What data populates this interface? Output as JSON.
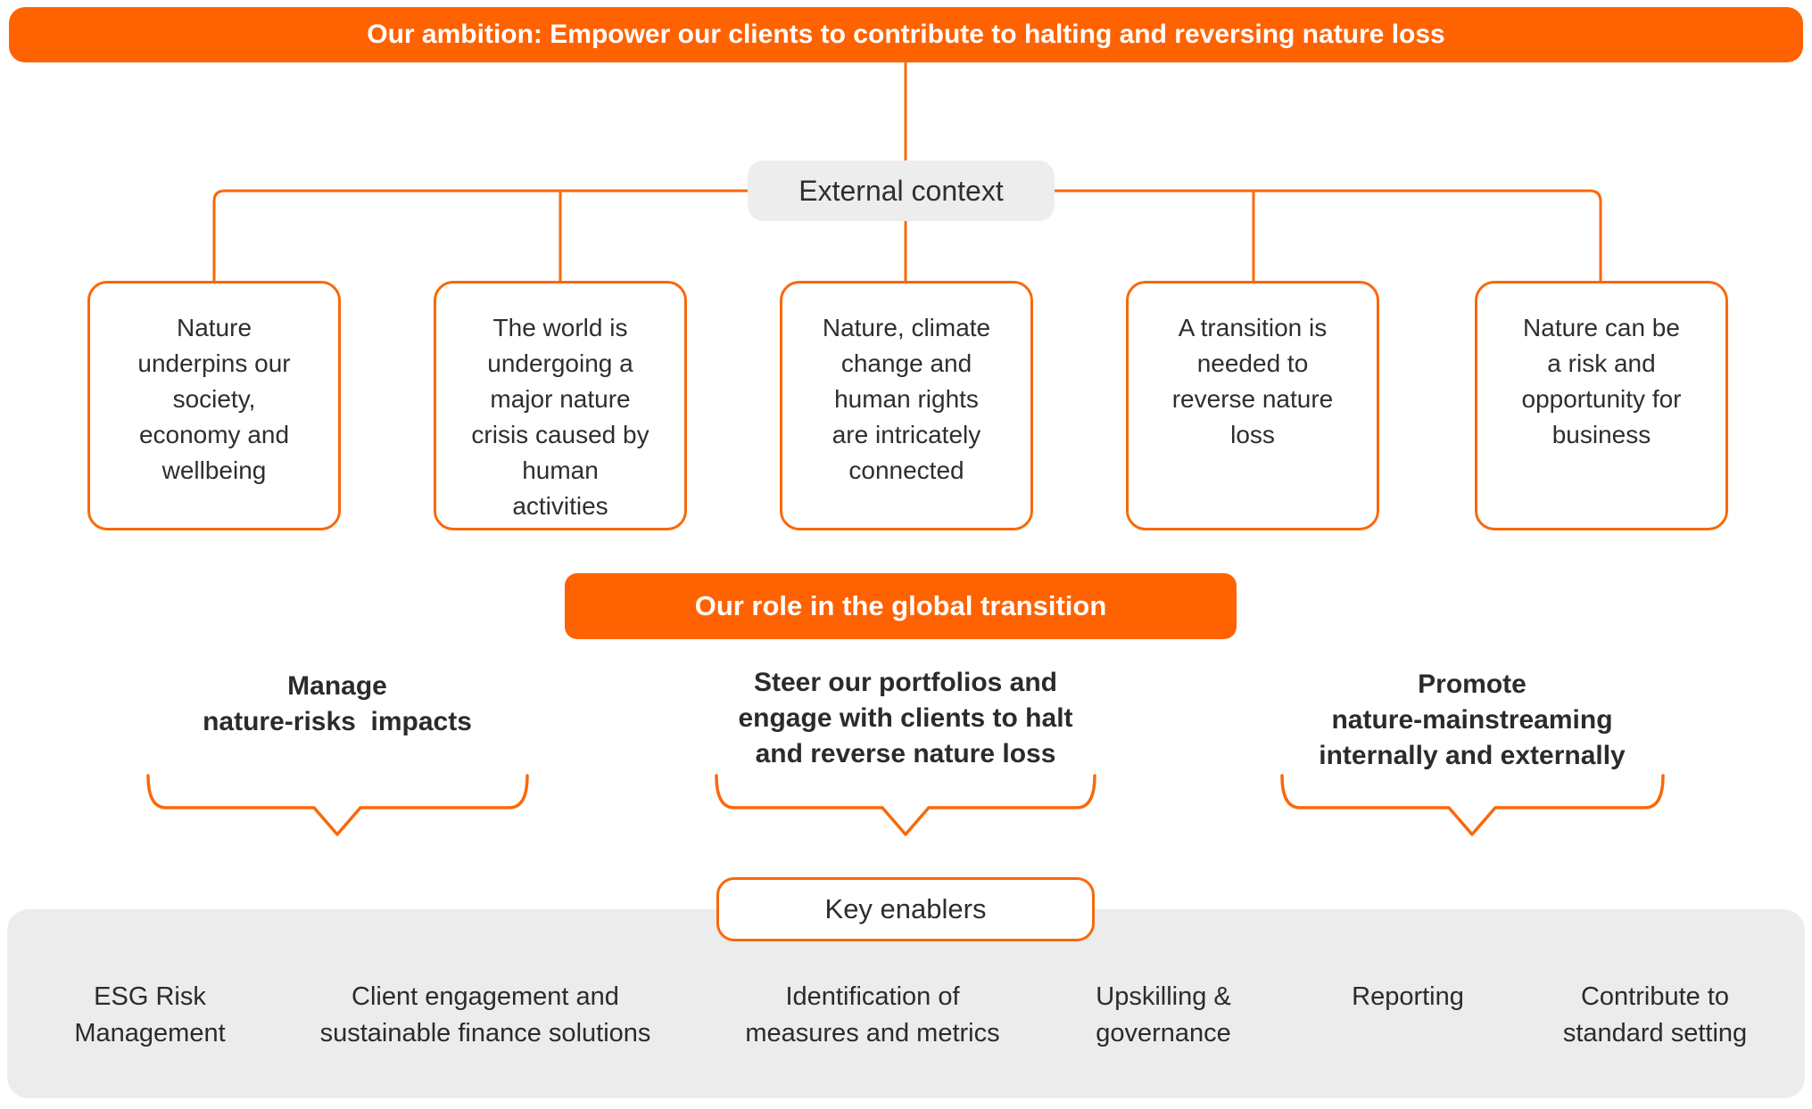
{
  "colors": {
    "accent_orange": "#FF6200",
    "line_orange": "#F8690A",
    "light_gray": "#ECECEC",
    "text": "#333333"
  },
  "ambition_banner": "Our ambition: Empower our clients to contribute to halting and reversing nature loss",
  "external_context_label": "External context",
  "context_boxes": [
    {
      "text": "Nature\nunderpins our\nsociety,\neconomy and\nwellbeing"
    },
    {
      "text": "The world is\nundergoing a\nmajor nature\ncrisis caused by\nhuman\nactivities"
    },
    {
      "text": "Nature, climate\nchange and\nhuman rights\nare intricately\nconnected"
    },
    {
      "text": "A transition is\nneeded to\nreverse nature\nloss"
    },
    {
      "text": "Nature can be\na risk and\nopportunity for\nbusiness"
    }
  ],
  "role_banner": "Our role in the global transition",
  "roles": [
    {
      "text": "Manage\nnature-risks  impacts"
    },
    {
      "text": "Steer our portfolios and\nengage with clients to halt\nand reverse nature loss"
    },
    {
      "text": "Promote\nnature-mainstreaming\ninternally and externally"
    }
  ],
  "key_enablers_label": "Key enablers",
  "enablers": [
    {
      "text": "ESG Risk\nManagement"
    },
    {
      "text": "Client engagement and\nsustainable finance solutions"
    },
    {
      "text": "Identification of\nmeasures and metrics"
    },
    {
      "text": "Upskilling &\ngovernance"
    },
    {
      "text": "Reporting"
    },
    {
      "text": "Contribute to\nstandard setting"
    }
  ]
}
